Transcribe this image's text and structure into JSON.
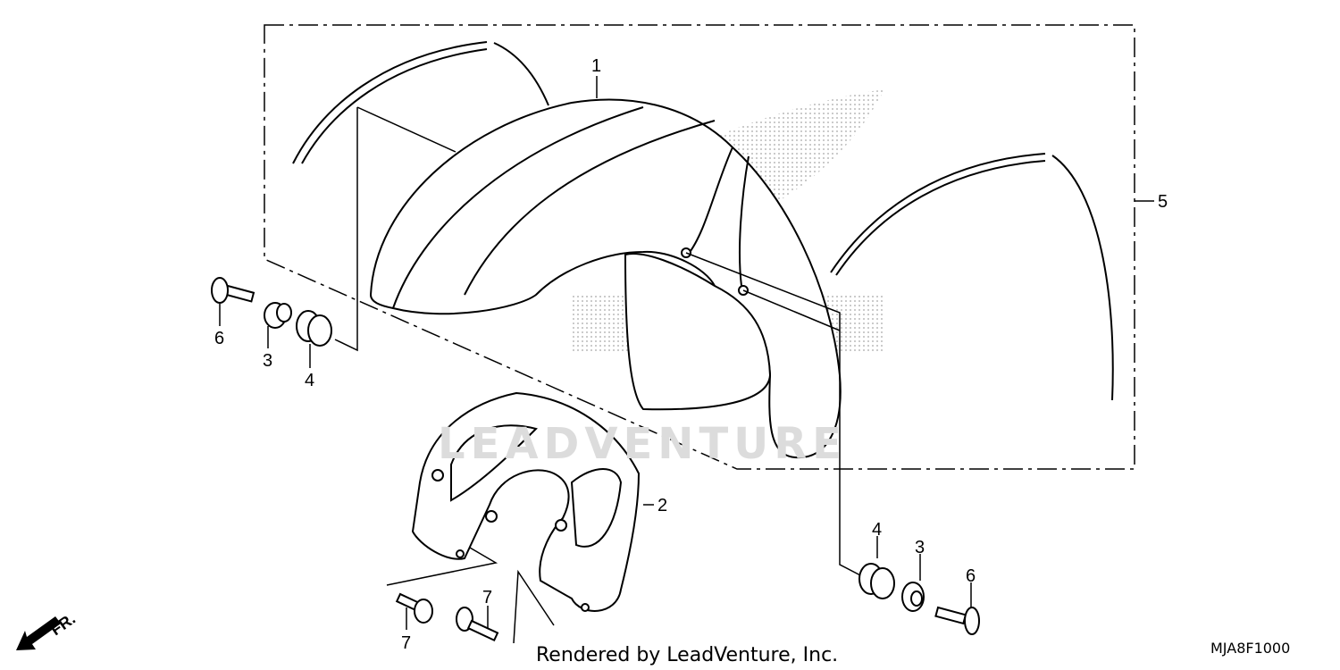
{
  "diagram": {
    "callouts": {
      "fender": "1",
      "inner_fender": "2",
      "collar_left": "3",
      "grommet_left": "4",
      "stripe_set": "5",
      "bolt_left": "6",
      "collar_right": "3",
      "grommet_right": "4",
      "bolt_right": "6",
      "flange_bolt_a": "7",
      "flange_bolt_b": "7"
    },
    "direction_label": "FR.",
    "watermark_text": "LEADVENTURE",
    "footer_credit": "Rendered by LeadVenture, Inc.",
    "diagram_code": "MJA8F1000"
  }
}
